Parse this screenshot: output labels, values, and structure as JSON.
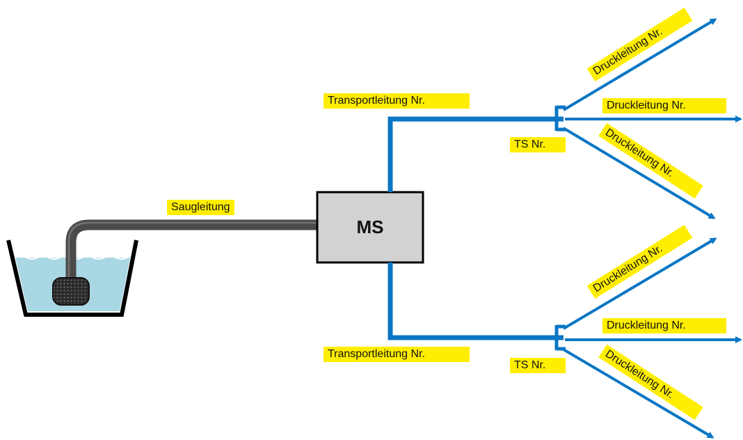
{
  "labels": {
    "suction_line": "Saugleitung",
    "pump": "MS",
    "transport_top": "Transportleitung Nr.",
    "transport_bottom": "Transportleitung Nr.",
    "distributor_top": "TS Nr.",
    "distributor_bottom": "TS Nr.",
    "pressure_top_1": "Druckleitung Nr.",
    "pressure_top_2": "Druckleitung Nr.",
    "pressure_top_3": "Druckleitung Nr.",
    "pressure_bottom_1": "Druckleitung Nr.",
    "pressure_bottom_2": "Druckleitung Nr.",
    "pressure_bottom_3": "Druckleitung Nr."
  },
  "colors": {
    "hose_blue": "#0a76c4",
    "suction_grey": "#4a4a4a",
    "label_yellow": "#ffee00",
    "water": "#a9d7e3",
    "pump_box": "#d2d2d2"
  }
}
